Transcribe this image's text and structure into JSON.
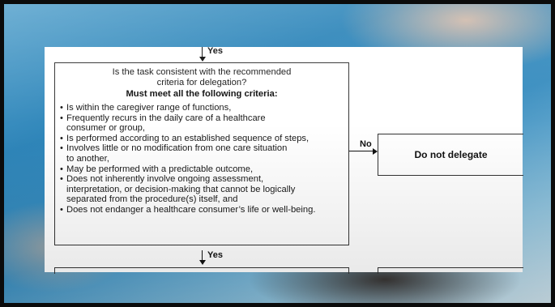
{
  "flowchart": {
    "top_connector_label": "Yes",
    "question_line1": "Is the task consistent with the recommended",
    "question_line2": "criteria for delegation?",
    "must_meet": "Must meet all the following criteria:",
    "criteria": [
      {
        "lines": [
          "Is within the caregiver range of functions,"
        ]
      },
      {
        "lines": [
          "Frequently recurs in the daily care of a healthcare",
          "consumer or group,"
        ]
      },
      {
        "lines": [
          "Is performed according to an established sequence of steps,"
        ]
      },
      {
        "lines": [
          "Involves little or no modification from one care situation",
          "to another,"
        ]
      },
      {
        "lines": [
          "May be performed with a predictable outcome,"
        ]
      },
      {
        "lines": [
          "Does not inherently involve ongoing assessment,",
          "interpretation, or decision-making that cannot be logically",
          "separated from the procedure(s) itself, and"
        ]
      },
      {
        "lines": [
          "Does not endanger a healthcare consumer’s life or well-being."
        ]
      }
    ],
    "no_connector_label": "No",
    "no_outcome": "Do not delegate",
    "bottom_connector_label": "Yes"
  }
}
